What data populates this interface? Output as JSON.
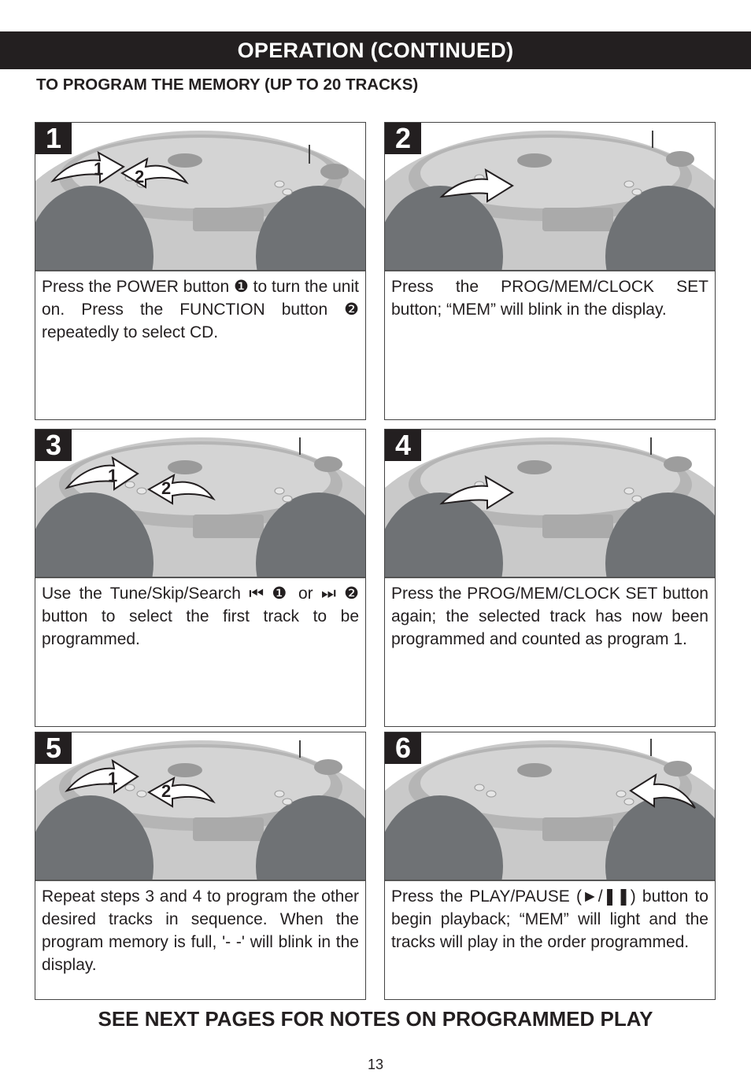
{
  "header": {
    "title": "OPERATION (CONTINUED)"
  },
  "section": {
    "subtitle": "TO PROGRAM THE MEMORY (UP TO 20 TRACKS)"
  },
  "steps": [
    {
      "number": "1",
      "text": "Press the POWER button ❶ to turn the unit on. Press the FUNCTION button ❷ repeatedly to select CD.",
      "arrow_labels": [
        "1",
        "2"
      ]
    },
    {
      "number": "2",
      "text": "Press the PROG/MEM/CLOCK  SET button; “MEM” will blink in the display.",
      "arrow_labels": []
    },
    {
      "number": "3",
      "text": "Use the Tune/Skip/Search ⏮ ❶ or ⏭ ❷ button to select the first track to be programmed.",
      "arrow_labels": [
        "1",
        "2"
      ]
    },
    {
      "number": "4",
      "text": "Press the PROG/MEM/CLOCK SET button again; the selected track has now been programmed and counted as program 1.",
      "arrow_labels": []
    },
    {
      "number": "5",
      "text": "Repeat steps 3 and 4 to program the other desired tracks in sequence. When the program memory is full, '- -' will blink in the display.",
      "arrow_labels": [
        "1",
        "2"
      ]
    },
    {
      "number": "6",
      "text": "Press the PLAY/PAUSE (►/❚❚) button to begin playback; “MEM” will light and the tracks will play in the order programmed.",
      "arrow_labels": []
    }
  ],
  "footer": {
    "note": "SEE NEXT PAGES FOR NOTES ON PROGRAMMED PLAY",
    "page_number": "13"
  }
}
